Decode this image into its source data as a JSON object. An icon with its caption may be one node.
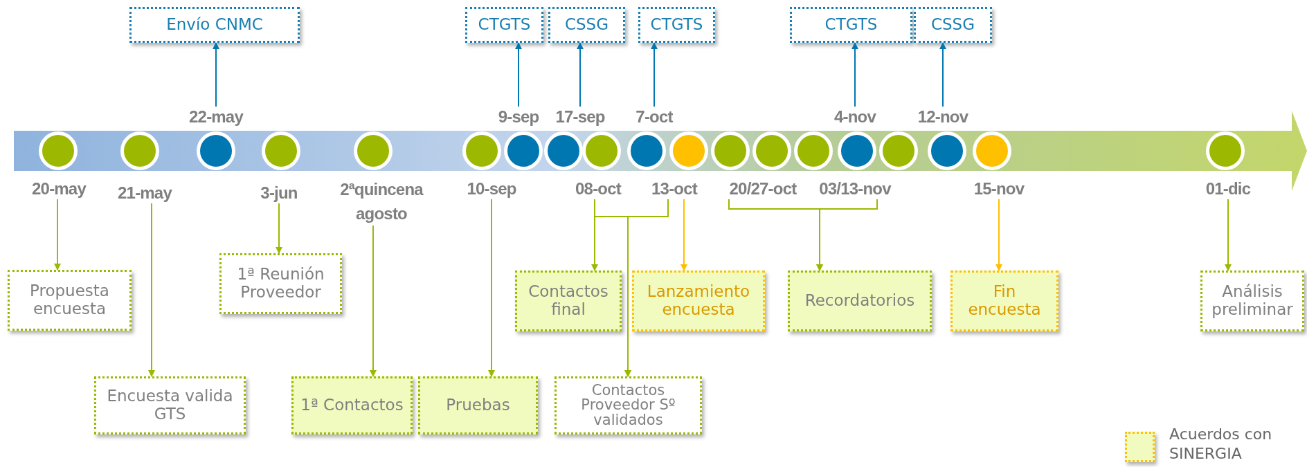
{
  "diagram": {
    "nodes": [
      {
        "text": [
          "Envío CNMC"
        ]
      },
      {
        "text": [
          "CTGTS"
        ]
      },
      {
        "text": [
          "CSSG"
        ]
      },
      {
        "text": [
          "CTGTS"
        ]
      },
      {
        "text": [
          "CTGTS"
        ]
      },
      {
        "text": [
          "CSSG"
        ]
      },
      {
        "text": [
          "22-may"
        ]
      },
      {
        "text": [
          "9-sep"
        ]
      },
      {
        "text": [
          "17-sep"
        ]
      },
      {
        "text": [
          "7-oct"
        ]
      },
      {
        "text": [
          "4-nov"
        ]
      },
      {
        "text": [
          "12-nov"
        ]
      },
      {
        "text": [],
        "shape": "arrow"
      },
      {
        "text": [],
        "shape": "circle",
        "in": 12
      },
      {
        "text": [],
        "shape": "circle",
        "in": 12
      },
      {
        "text": [],
        "shape": "circle",
        "in": 12
      },
      {
        "text": [],
        "shape": "circle",
        "in": 12
      },
      {
        "text": [],
        "shape": "circle",
        "in": 12
      },
      {
        "text": [],
        "shape": "circle",
        "in": 12
      },
      {
        "text": [],
        "shape": "circle",
        "in": 12
      },
      {
        "text": [],
        "shape": "circle",
        "in": 12
      },
      {
        "text": [],
        "shape": "circle",
        "in": 12
      },
      {
        "text": [],
        "shape": "circle",
        "in": 12
      },
      {
        "text": [],
        "shape": "circle",
        "in": 12
      },
      {
        "text": [],
        "shape": "circle",
        "in": 12
      },
      {
        "text": [],
        "shape": "circle",
        "in": 12
      },
      {
        "text": [],
        "shape": "circle",
        "in": 12
      },
      {
        "text": [],
        "shape": "circle",
        "in": 12
      },
      {
        "text": [],
        "shape": "circle",
        "in": 12
      },
      {
        "text": [],
        "shape": "circle",
        "in": 12
      },
      {
        "text": [],
        "shape": "circle",
        "in": 12
      },
      {
        "text": [],
        "shape": "circle",
        "in": 12
      },
      {
        "text": [
          "20-may"
        ]
      },
      {
        "text": [
          "21-may"
        ]
      },
      {
        "text": [
          "3-jun"
        ]
      },
      {
        "text": [
          "2ªquincena agosto"
        ]
      },
      {
        "text": [
          "10-sep"
        ]
      },
      {
        "text": [
          "08-oct"
        ]
      },
      {
        "text": [
          "13-oct"
        ]
      },
      {
        "text": [
          "20/27-oct"
        ]
      },
      {
        "text": [
          "03/13-nov"
        ]
      },
      {
        "text": [
          "15-nov"
        ]
      },
      {
        "text": [
          "01-dic"
        ]
      },
      {
        "text": [
          "Propuesta encuesta"
        ]
      },
      {
        "text": [
          "1ª Reunión Proveedor"
        ]
      },
      {
        "text": [
          "Contactos final"
        ]
      },
      {
        "text": [
          "Lanzamiento encuesta"
        ]
      },
      {
        "text": [
          "Recordatorios"
        ]
      },
      {
        "text": [
          "Fin encuesta"
        ]
      },
      {
        "text": [
          "Análisis preliminar"
        ]
      },
      {
        "text": [
          "Encuesta valida GTS"
        ]
      },
      {
        "text": [
          "1ª Contactos"
        ]
      },
      {
        "text": [
          "Pruebas"
        ]
      },
      {
        "text": [
          "Contactos Proveedor Sº validados"
        ]
      }
    ],
    "edges": [
      {
        "from": 6,
        "to": 0,
        "arrow": "to",
        "color": "#0077b0"
      },
      {
        "from": 7,
        "to": 1,
        "arrow": "to",
        "color": "#0077b0"
      },
      {
        "from": 8,
        "to": 2,
        "arrow": "to",
        "color": "#0077b0"
      },
      {
        "from": 9,
        "to": 3,
        "arrow": "to",
        "color": "#0077b0"
      },
      {
        "from": 10,
        "to": 4,
        "arrow": "to",
        "color": "#0077b0"
      },
      {
        "from": 11,
        "to": 5,
        "arrow": "to",
        "color": "#0077b0"
      },
      {
        "from": 32,
        "to": 43,
        "arrow": "to"
      },
      {
        "from": 33,
        "to": 50,
        "arrow": "to"
      },
      {
        "from": 34,
        "to": 44,
        "arrow": "to"
      },
      {
        "from": 35,
        "to": 51,
        "arrow": "to"
      },
      {
        "from": 36,
        "to": 52,
        "arrow": "to"
      },
      {
        "from": 37,
        "to": 45,
        "arrow": "to"
      },
      {
        "from": 37,
        "to": 53,
        "arrow": "to"
      },
      {
        "from": 38,
        "to": 53,
        "arrow": "to"
      },
      {
        "from": 38,
        "to": 46,
        "arrow": "to",
        "color": "#ffbf00"
      },
      {
        "from": 39,
        "to": 47,
        "arrow": "to"
      },
      {
        "from": 40,
        "to": 47,
        "arrow": "to"
      },
      {
        "from": 41,
        "to": 48,
        "arrow": "to",
        "color": "#ffbf00"
      },
      {
        "from": 42,
        "to": 49,
        "arrow": "to"
      }
    ],
    "legend": [
      {
        "text": "Acuerdos con SINERGIA",
        "color": "#f2fbbf"
      }
    ]
  }
}
